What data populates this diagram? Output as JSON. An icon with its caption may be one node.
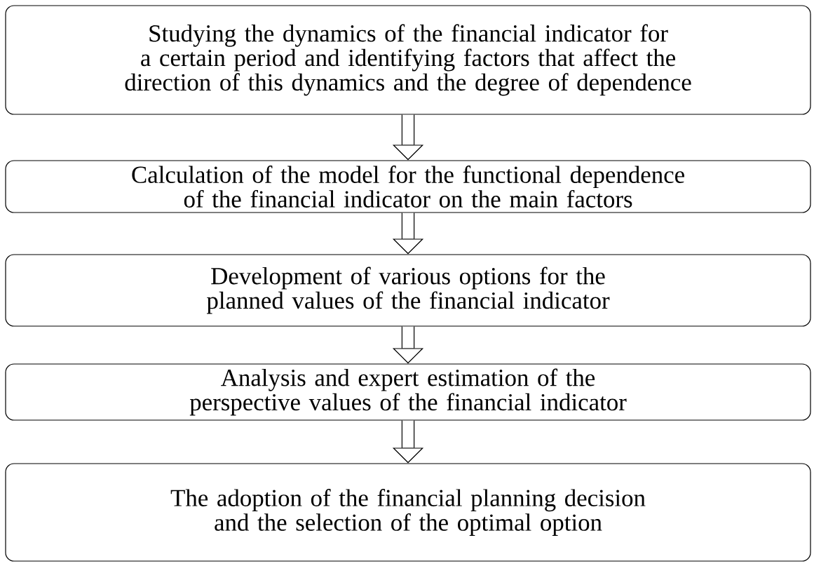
{
  "diagram": {
    "nodes": [
      {
        "text": [
          "Studying the dynamics of the financial indicator for a certain period and identifying factors that affect the direction of this dynamics and the degree of dependence"
        ]
      },
      {
        "text": [
          "Calculation of the model for the functional dependence of the financial indicator on the main factors"
        ]
      },
      {
        "text": [
          "Development of various options for the planned values of the financial indicator"
        ]
      },
      {
        "text": [
          "Analysis and expert estimation of the perspective values of the financial indicator"
        ]
      },
      {
        "text": [
          "The adoption of the financial planning decision and the selection of the optimal option"
        ]
      }
    ],
    "edges": [
      {
        "from": 0,
        "to": 1,
        "arrow": "to"
      },
      {
        "from": 1,
        "to": 2,
        "arrow": "to"
      },
      {
        "from": 2,
        "to": 3,
        "arrow": "to"
      },
      {
        "from": 3,
        "to": 4,
        "arrow": "to"
      }
    ]
  }
}
